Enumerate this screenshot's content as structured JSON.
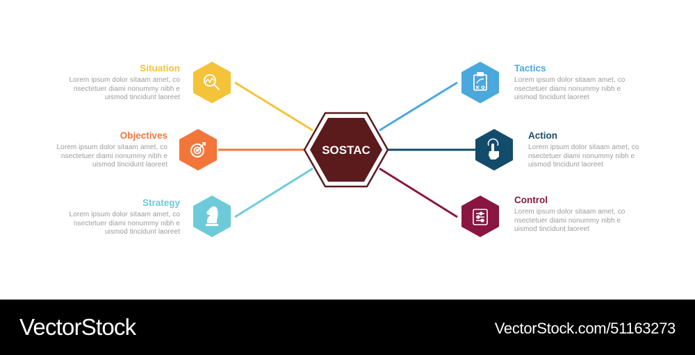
{
  "center": {
    "label": "SOSTAC",
    "color": "#5b1a1c"
  },
  "items": [
    {
      "title": "Situation",
      "color": "#f5c339",
      "icon": "magnifier-chart-icon",
      "desc": [
        "Lorem ipsum dolor sitaam amet, co",
        "nsectetuer diami nonummy  nibh e",
        "uismod tincidunt laoreet"
      ]
    },
    {
      "title": "Objectives",
      "color": "#f2763a",
      "icon": "target-icon",
      "desc": [
        "Lorem ipsum dolor sitaam amet, co",
        "nsectetuer diami nonummy  nibh e",
        "uismod tincidunt laoreet"
      ]
    },
    {
      "title": "Strategy",
      "color": "#6dcbd9",
      "icon": "chess-knight-icon",
      "desc": [
        "Lorem ipsum dolor sitaam amet, co",
        "nsectetuer diami nonummy  nibh e",
        "uismod tincidunt laoreet"
      ]
    },
    {
      "title": "Tactics",
      "color": "#4aa8dd",
      "icon": "clipboard-plan-icon",
      "desc": [
        "Lorem ipsum dolor sitaam amet, co",
        "nsectetuer diami nonummy  nibh e",
        "uismod tincidunt laoreet"
      ]
    },
    {
      "title": "Action",
      "color": "#134b6b",
      "icon": "hand-pointer-icon",
      "desc": [
        "Lorem ipsum dolor sitaam amet, co",
        "nsectetuer diami nonummy  nibh e",
        "uismod tincidunt laoreet"
      ]
    },
    {
      "title": "Control",
      "color": "#8a1541",
      "icon": "sliders-control-icon",
      "desc": [
        "Lorem ipsum dolor sitaam amet, co",
        "nsectetuer diami nonummy  nibh e",
        "uismod tincidunt laoreet"
      ]
    }
  ],
  "footer": {
    "brand": "VectorStock",
    "url": "VectorStock.com/51163273"
  }
}
